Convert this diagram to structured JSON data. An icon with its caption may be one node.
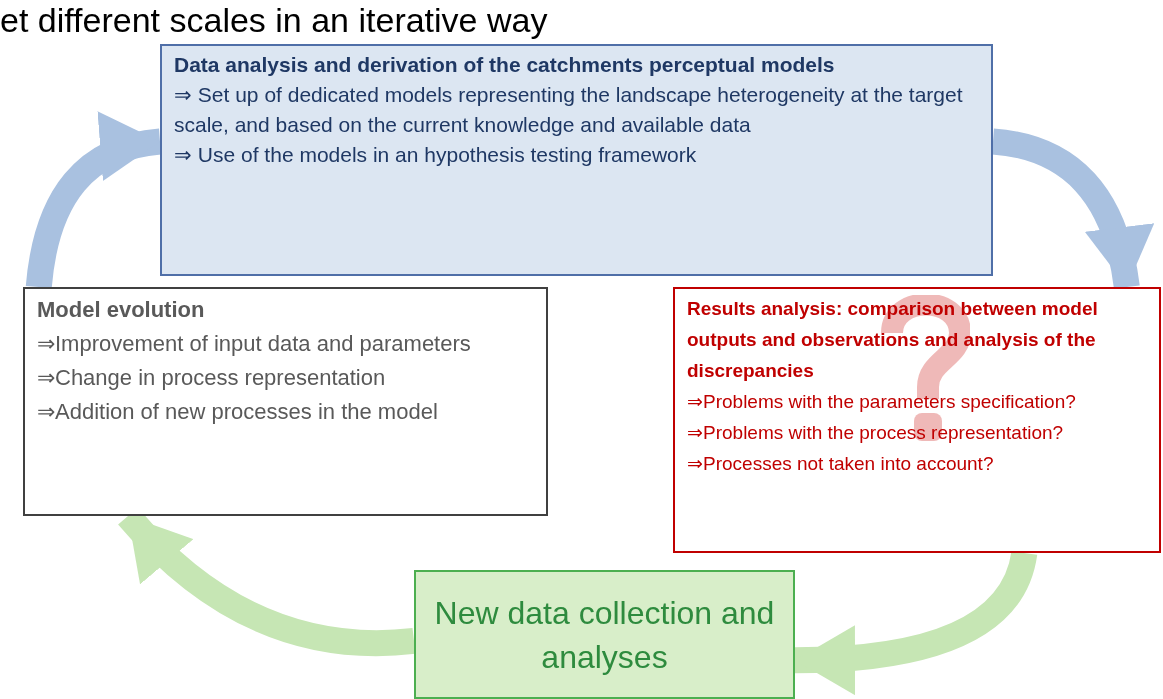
{
  "diagram": {
    "title": "et different scales in an iterative way",
    "nodes": [
      {
        "text": [
          "Data analysis and derivation of the catchments perceptual models",
          "⇒ Set up of dedicated models representing the landscape heterogeneity at the target scale, and based on the current knowledge and available data",
          "⇒ Use of the models in an hypothesis testing framework"
        ]
      },
      {
        "text": [
          "Results analysis: comparison between model outputs and observations and analysis of the discrepancies",
          "⇒Problems with the parameters specification?",
          "⇒Problems with the process representation?",
          "⇒Processes not taken into account?"
        ]
      },
      {
        "text": [
          "New data collection and analyses"
        ]
      },
      {
        "text": [
          "Model evolution",
          "⇒Improvement of input data and parameters",
          "⇒Change in process representation",
          "⇒Addition of new processes in the model"
        ]
      }
    ],
    "edges": [
      {
        "from": 0,
        "to": 1,
        "arrow": "to",
        "color": "#a9c1e0"
      },
      {
        "from": 1,
        "to": 2,
        "arrow": "to",
        "color": "#c6e6b4"
      },
      {
        "from": 2,
        "to": 3,
        "arrow": "to",
        "color": "#c6e6b4"
      },
      {
        "from": 3,
        "to": 0,
        "arrow": "to",
        "color": "#a9c1e0"
      }
    ]
  }
}
